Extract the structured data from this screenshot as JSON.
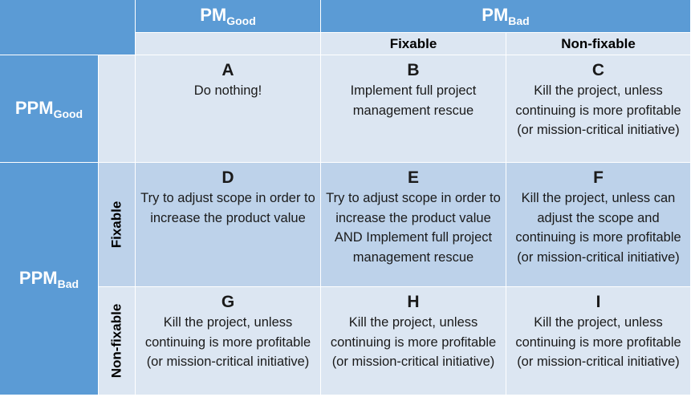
{
  "header": {
    "pm_prefix": "PM",
    "pm_good_sub": "Good",
    "pm_bad_sub": "Bad",
    "fixable": "Fixable",
    "non_fixable": "Non-fixable"
  },
  "rows": {
    "ppm_prefix": "PPM",
    "ppm_good_sub": "Good",
    "ppm_bad_sub": "Bad",
    "fixable": "Fixable",
    "non_fixable": "Non-fixable"
  },
  "cells": {
    "A": {
      "letter": "A",
      "text": "Do nothing!"
    },
    "B": {
      "letter": "B",
      "text": "Implement full project management rescue"
    },
    "C": {
      "letter": "C",
      "text": "Kill the project, unless continuing is more profitable (or mission-critical initiative)"
    },
    "D": {
      "letter": "D",
      "text": "Try to adjust scope in order to increase the product value"
    },
    "E": {
      "letter": "E",
      "text": "Try to adjust scope in order to increase the product value AND Implement full project management rescue"
    },
    "F": {
      "letter": "F",
      "text": "Kill the project, unless can adjust the scope and continuing is more profitable (or mission-critical initiative)"
    },
    "G": {
      "letter": "G",
      "text": "Kill the project, unless continuing is more profitable (or mission-critical initiative)"
    },
    "H": {
      "letter": "H",
      "text": "Kill the project, unless continuing is more profitable (or mission-critical initiative)"
    },
    "I": {
      "letter": "I",
      "text": "Kill the project, unless continuing is more profitable (or mission-critical initiative)"
    }
  }
}
